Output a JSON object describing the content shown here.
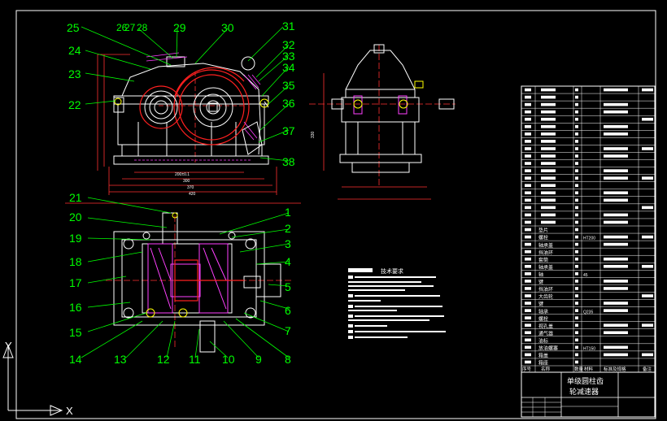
{
  "drawing": {
    "front_view_callouts": [
      "25",
      "26",
      "27",
      "28",
      "29",
      "30",
      "31",
      "32",
      "33",
      "34",
      "24",
      "23",
      "22",
      "35",
      "36",
      "37",
      "38"
    ],
    "top_view_callouts": [
      "21",
      "20",
      "19",
      "18",
      "17",
      "16",
      "15",
      "14",
      "13",
      "12",
      "11",
      "10",
      "9",
      "8",
      "7",
      "6",
      "5",
      "4",
      "3",
      "2",
      "1"
    ],
    "tech_requirements_title": "技术要求",
    "title_block": {
      "name_line1": "单级圆柱齿",
      "name_line2": "轮减速器"
    },
    "parts_table": {
      "bottom_headers": [
        "序号",
        "名称",
        "数量",
        "材料",
        "标准及规格",
        "备注"
      ],
      "visible_names": [
        "垫片",
        "螺栓",
        "轴承盖",
        "挡油环",
        "套筒",
        "轴承盖",
        "轴",
        "键",
        "挡油环",
        "大齿轮",
        "键",
        "轴承",
        "螺栓",
        "视孔盖",
        "通气器",
        "油标",
        "放油螺塞",
        "箱盖",
        "箱座"
      ],
      "visible_materials": [
        "HT150",
        "Q235",
        "45",
        "HT200"
      ]
    },
    "ucs": {
      "y_label": "Y",
      "x_label": "X"
    }
  }
}
